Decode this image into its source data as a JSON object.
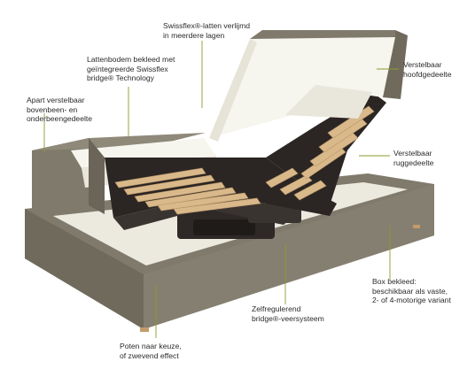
{
  "colors": {
    "fabric": "#7f7a6b",
    "fabric_dark": "#5f5a4d",
    "fabric_light": "#9a9585",
    "mattress": "#f6f5ee",
    "slat": "#d9b88a",
    "frame_black": "#2b2623",
    "leader": "#8f9a2e"
  },
  "icons": [
    "bed-illustration"
  ],
  "callouts": {
    "swissflex_slats": [
      "Swissflex®-latten verlijmd",
      "in meerdere lagen"
    ],
    "slatted_base": [
      "Lattenbodem bekleed met",
      "geïntegreerde Swissflex",
      "bridge® Technology"
    ],
    "leg_section": [
      "Apart verstelbaar",
      "bovenbeen- en",
      "onderbeengedeelte"
    ],
    "head_section": [
      "Verstelbaar",
      "hoofdgedeelte"
    ],
    "back_section": [
      "Verstelbaar",
      "ruggedeelte"
    ],
    "box": [
      "Box bekleed:",
      "beschikbaar als vaste,",
      "2- of 4-motorige variant"
    ],
    "spring_system": [
      "Zelfregulerend",
      "bridge®-veersysteem"
    ],
    "legs": [
      "Poten naar keuze,",
      "of zwevend effect"
    ]
  }
}
